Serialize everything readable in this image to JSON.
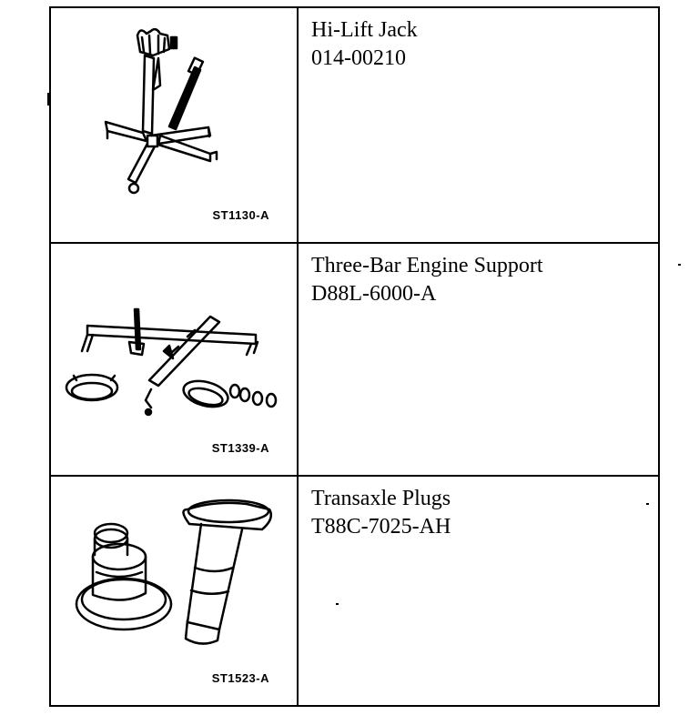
{
  "tools": [
    {
      "name": "Hi-Lift Jack",
      "part_number": "014-00210",
      "figure_code": "ST1130-A",
      "icon": "hi-lift-jack-illustration"
    },
    {
      "name": "Three-Bar Engine Support",
      "part_number": "D88L-6000-A",
      "figure_code": "ST1339-A",
      "icon": "engine-support-illustration"
    },
    {
      "name": "Transaxle Plugs",
      "part_number": "T88C-7025-AH",
      "figure_code": "ST1523-A",
      "icon": "transaxle-plugs-illustration"
    }
  ]
}
